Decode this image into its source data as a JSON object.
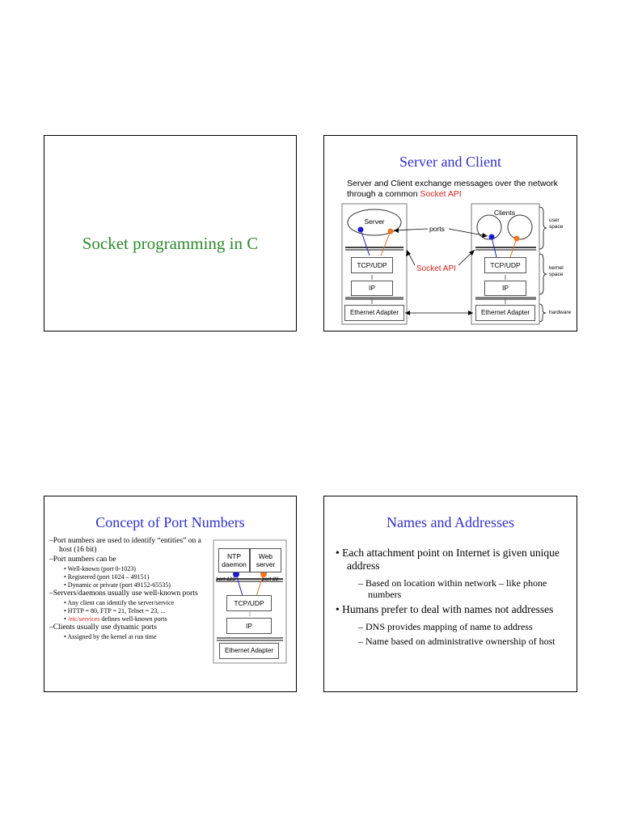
{
  "slide1": {
    "title": "Socket programming in C"
  },
  "slide2": {
    "title": "Server and Client",
    "intro_before": "Server and Client exchange messages over the network through a common ",
    "intro_api": "Socket API",
    "server": "Server",
    "clients": "Clients",
    "ports": "ports",
    "socket_api": "Socket API",
    "tcp_udp_left": "TCP/UDP",
    "ip_left": "IP",
    "eth_left": "Ethernet Adapter",
    "tcp_udp_right": "TCP/UDP",
    "ip_right": "IP",
    "eth_right": "Ethernet Adapter",
    "user_space": "user space",
    "kernel_space": "kernel space",
    "hardware": "hardware"
  },
  "slide3": {
    "title": "Concept of Port Numbers",
    "items": [
      {
        "level": 1,
        "text": "–Port numbers are used to identify “entities” on a host (16 bit)"
      },
      {
        "level": 1,
        "text": "–Port numbers can be"
      },
      {
        "level": 2,
        "text": "• Well-known (port 0-1023)"
      },
      {
        "level": 2,
        "text": "• Registered (port 1024 – 49151)"
      },
      {
        "level": 2,
        "text": "• Dynamic or private (port 49152-65535)"
      },
      {
        "level": 1,
        "text": "–Servers/daemons usually use well-known ports"
      },
      {
        "level": 2,
        "text": "• Any client can identify the server/service"
      },
      {
        "level": 2,
        "text": "• HTTP = 80, FTP = 21, Telnet = 23, ..."
      },
      {
        "level": 1,
        "text": "–Clients usually use dynamic ports"
      },
      {
        "level": 2,
        "text": "• Assigned by the kernel at run time"
      }
    ],
    "etc_services": "/etc/services",
    "etc_services_rest": " defines well-known ports",
    "ntp": "NTP daemon",
    "web": "Web server",
    "port123": "port 123",
    "port80": "port 80",
    "tcp_udp": "TCP/UDP",
    "ip": "IP",
    "eth": "Ethernet Adapter"
  },
  "slide4": {
    "title": "Names and Addresses",
    "bullet1": "Each attachment point on Internet is given unique address",
    "sub1": "Based on location within network – like phone numbers",
    "bullet2": "Humans prefer to deal with names not addresses",
    "sub2a": "DNS provides mapping of name to address",
    "sub2b": "Name based on administrative ownership of host"
  }
}
